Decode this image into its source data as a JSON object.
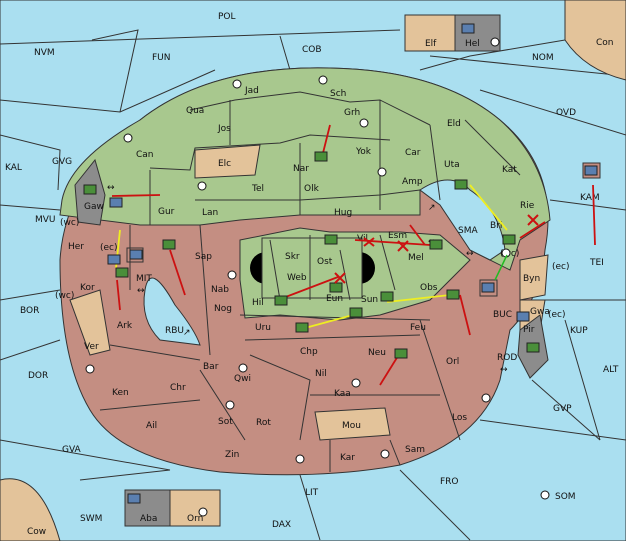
{
  "colors": {
    "sea": "#aadff0",
    "green_power": "#a8c88e",
    "brown_power": "#c48e82",
    "neutral": "#e3c39a",
    "impassable": "#8c8c8c",
    "move_red": "#cc1111",
    "support_yellow": "#eeee22",
    "convoy_green": "#22bb22"
  },
  "labels": {
    "sea": [
      "POL",
      "NVM",
      "FUN",
      "COB",
      "NOM",
      "Con",
      "KAL",
      "GVG",
      "OVD",
      "MVU",
      "KAM",
      "TEI",
      "BOR",
      "MIT",
      "RBU",
      "BUC",
      "KUP",
      "DOR",
      "ROD",
      "ALT",
      "GVP",
      "GVA",
      "FRO",
      "SOM",
      "LIT",
      "SWM",
      "DAX",
      "Cow",
      "SMA",
      "(wc)",
      "(wc)",
      "(wc)",
      "(ec)",
      "(ec)",
      "(ec)"
    ],
    "green": [
      "Jad",
      "Sch",
      "Qua",
      "Grh",
      "Jos",
      "Eld",
      "Can",
      "Nar",
      "Yok",
      "Car",
      "Elc",
      "Uta",
      "Amp",
      "Kat",
      "Tel",
      "Olk",
      "Gur",
      "Lan",
      "Hug",
      "Rie",
      "Her",
      "Esm",
      "Bri",
      "Vil",
      "Mel",
      "Skr",
      "Ost",
      "Web",
      "Eun",
      "Hil",
      "Sun",
      "Obs"
    ],
    "brown": [
      "Kor",
      "Sap",
      "Nab",
      "Nog",
      "Ark",
      "Uru",
      "Feu",
      "Chp",
      "Neu",
      "Bar",
      "Qwi",
      "Nil",
      "Orl",
      "Ken",
      "Chr",
      "Kaa",
      "Ail",
      "Sot",
      "Rot",
      "Mou",
      "Los",
      "Zin",
      "Kar",
      "Sam",
      "Ver"
    ],
    "neutral_small": [
      "Elf",
      "Orn",
      "Byn",
      "Gwa"
    ],
    "grey": [
      "Gaw",
      "Hel",
      "Aba",
      "Pir"
    ]
  },
  "icons": [
    "army-tank-icon",
    "fleet-ship-icon",
    "supply-center-icon",
    "move-arrow-icon",
    "support-arrow-icon",
    "convoy-arrow-icon",
    "cancel-cross-icon",
    "double-arrow-icon"
  ]
}
